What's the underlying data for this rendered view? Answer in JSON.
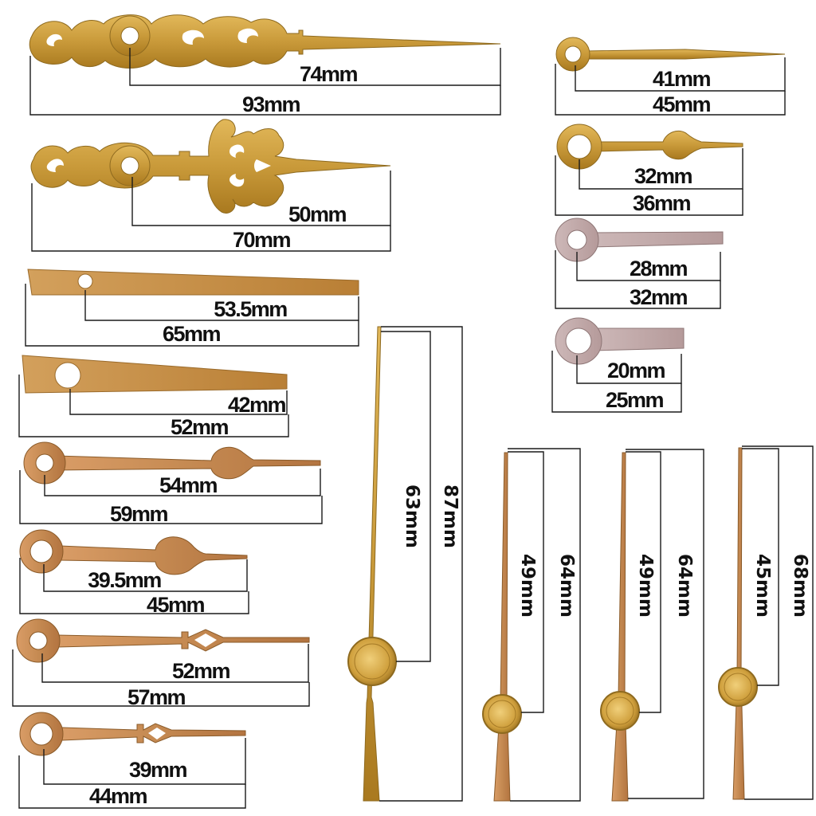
{
  "colors": {
    "gold": "#c99a3a",
    "gold_dark": "#8e6a1f",
    "copper": "#c58a52",
    "silver": "#c0a8a8",
    "line": "#1a1a1a"
  },
  "hands": [
    {
      "name": "ornate-long",
      "inner": "74mm",
      "outer": "93mm"
    },
    {
      "name": "ornate-fleur",
      "inner": "50mm",
      "outer": "70mm"
    },
    {
      "name": "flat-wide-long",
      "inner": "53.5mm",
      "outer": "65mm"
    },
    {
      "name": "flat-wide-short",
      "inner": "42mm",
      "outer": "52mm"
    },
    {
      "name": "spade-long",
      "inner": "54mm",
      "outer": "59mm"
    },
    {
      "name": "spade-short",
      "inner": "39.5mm",
      "outer": "45mm"
    },
    {
      "name": "diamond-long",
      "inner": "52mm",
      "outer": "57mm"
    },
    {
      "name": "diamond-short",
      "inner": "39mm",
      "outer": "44mm"
    },
    {
      "name": "needle-small",
      "inner": "41mm",
      "outer": "45mm"
    },
    {
      "name": "spade-small",
      "inner": "32mm",
      "outer": "36mm"
    },
    {
      "name": "stick-silver-long",
      "inner": "28mm",
      "outer": "32mm"
    },
    {
      "name": "stick-silver-short",
      "inner": "20mm",
      "outer": "25mm"
    },
    {
      "name": "second-hand-large",
      "inner": "63mm",
      "outer": "87mm"
    },
    {
      "name": "second-hand-a",
      "inner": "49mm",
      "outer": "64mm"
    },
    {
      "name": "second-hand-b",
      "inner": "49mm",
      "outer": "64mm"
    },
    {
      "name": "second-hand-c",
      "inner": "45mm",
      "outer": "68mm"
    }
  ]
}
